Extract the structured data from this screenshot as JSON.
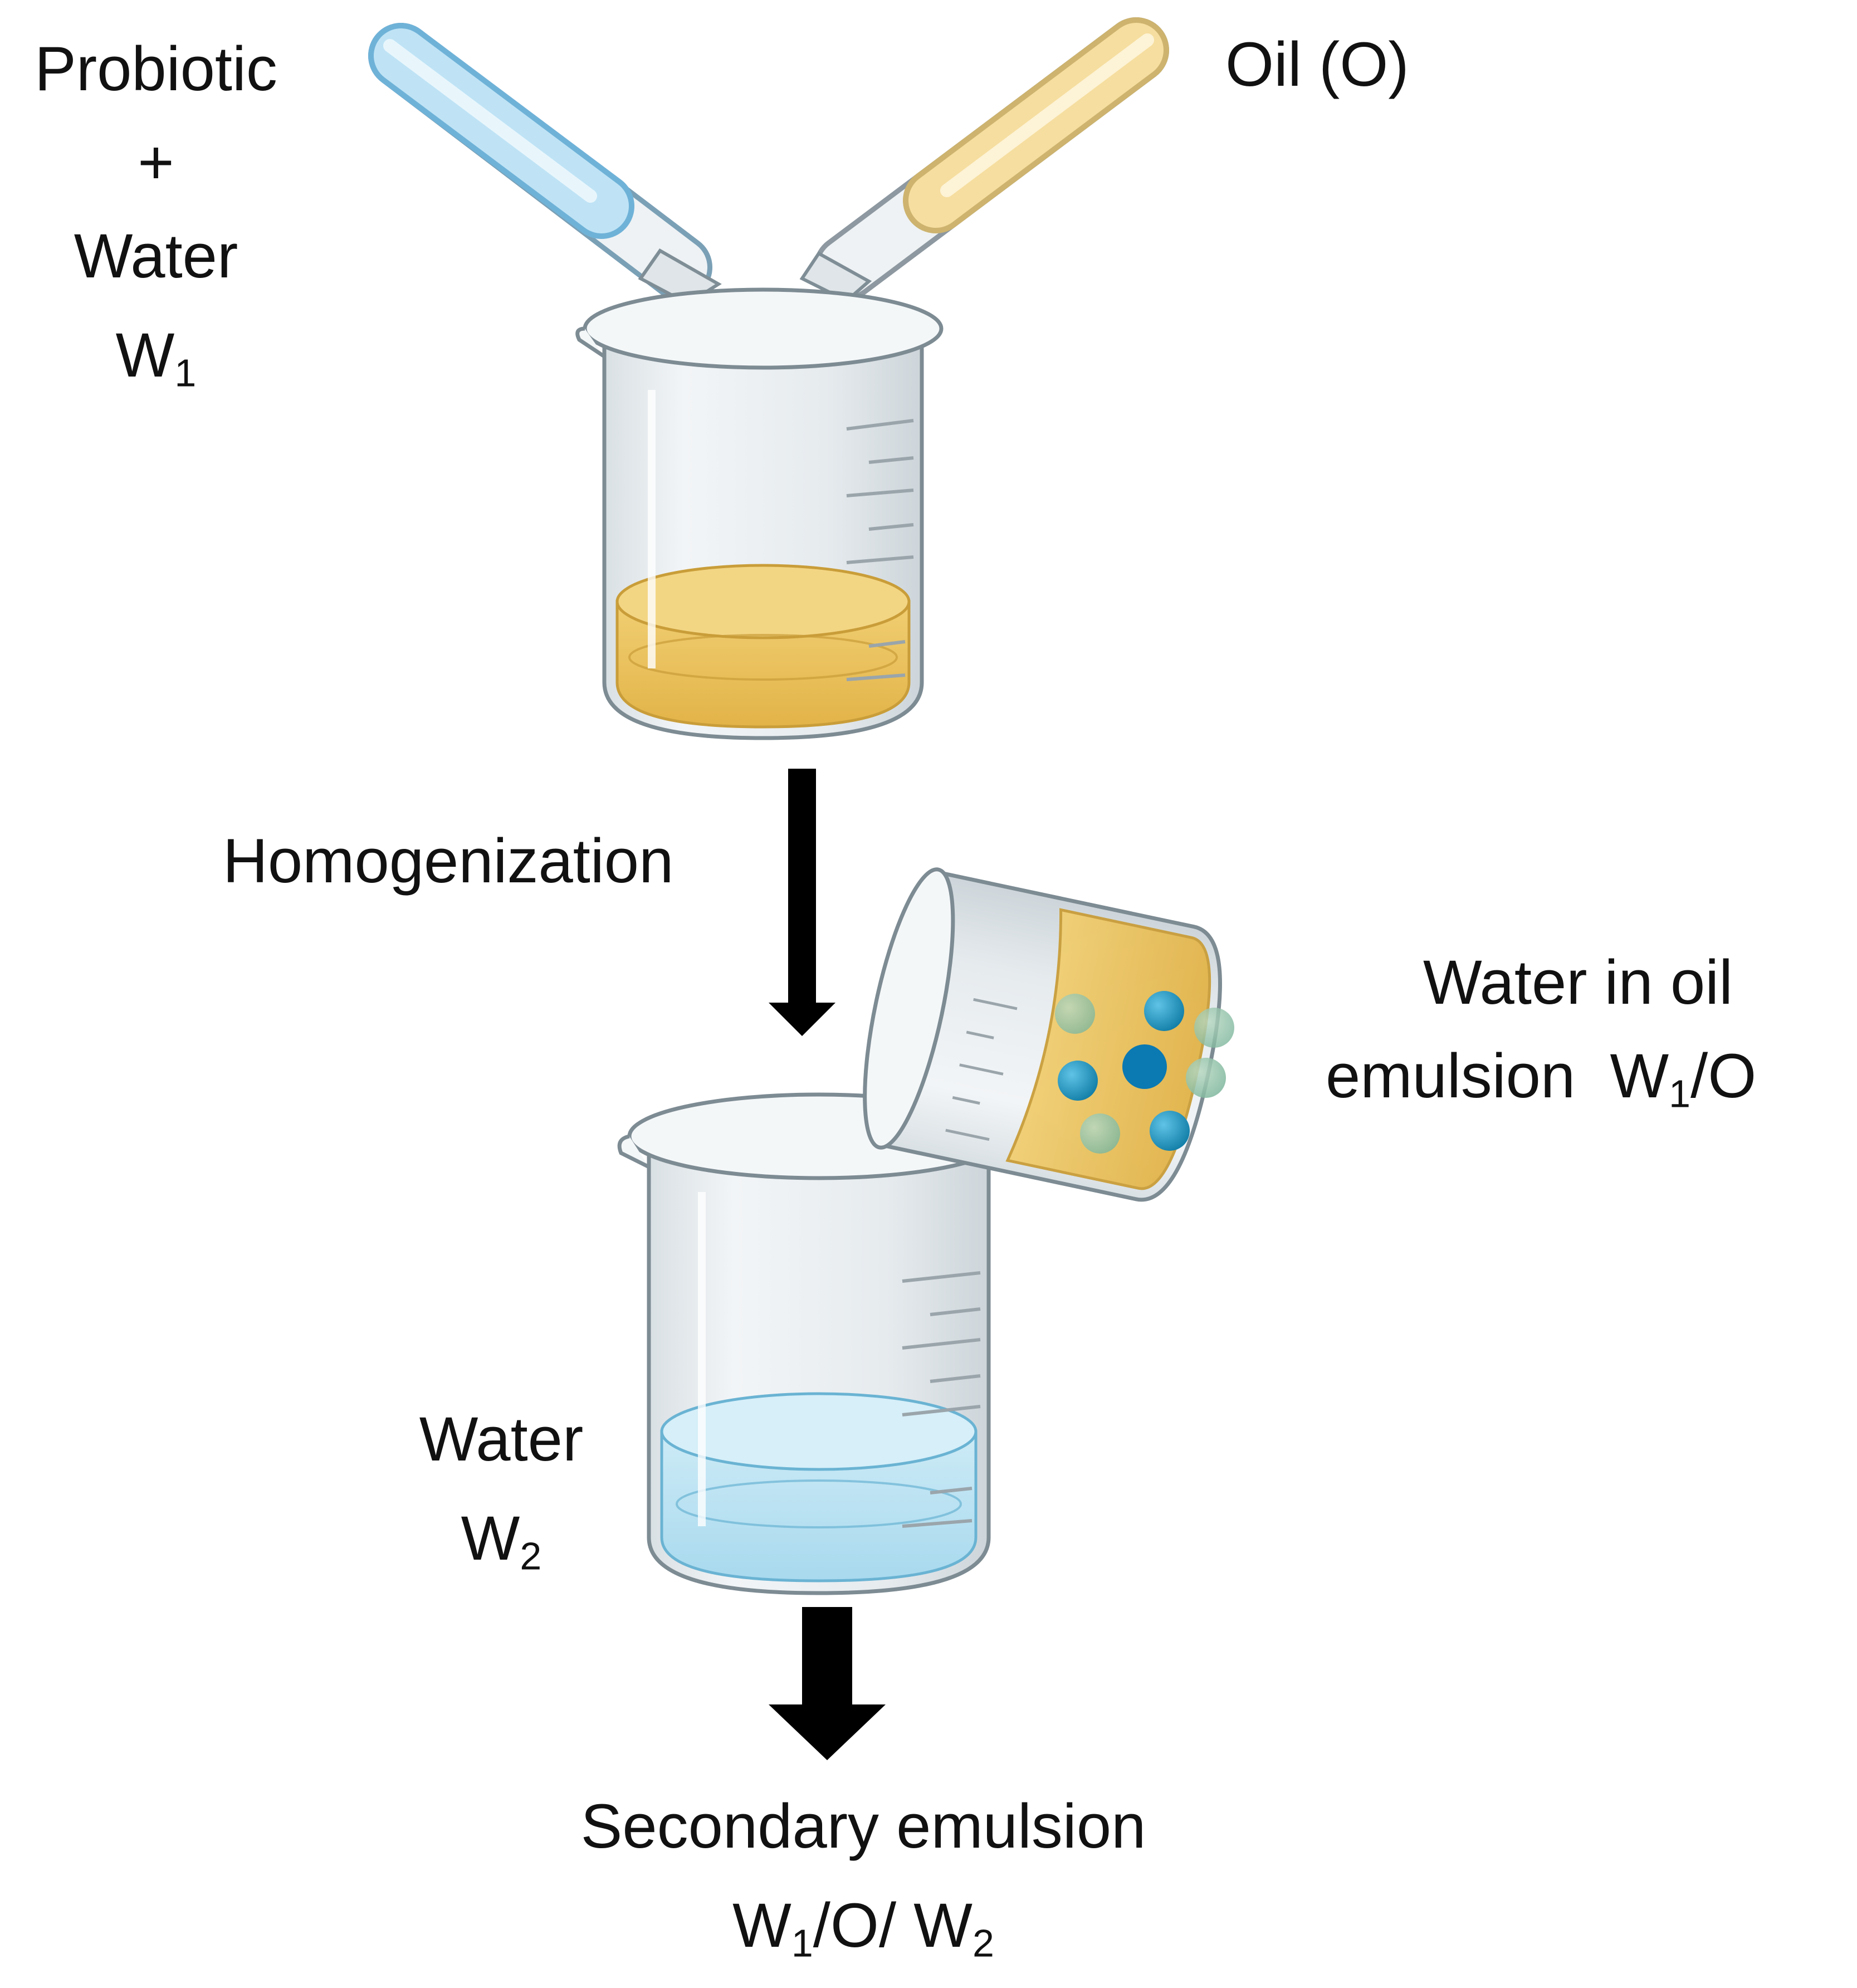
{
  "w1_label": {
    "line1": "Probiotic",
    "line2": "+",
    "line3": "Water",
    "sym": "W",
    "sub": "1"
  },
  "oil_label": "Oil (O)",
  "step_label": "Homogenization",
  "emulsion_label": {
    "line1": "Water in oil",
    "line2": "emulsion",
    "sym": "W",
    "sub": "1",
    "tail": "/O"
  },
  "w2_label": {
    "line1": "Water",
    "sym": "W",
    "sub": "2"
  },
  "result_label": {
    "line1": "Secondary emulsion",
    "p1": "W",
    "s1": "1",
    "p2": "/O/ W",
    "s2": "2"
  },
  "colors": {
    "oil": "#e9c05a",
    "water": "#b9e2f2",
    "droplet": "#1f8fb8",
    "arrow": "#000000",
    "glass": "#e9eef1"
  }
}
